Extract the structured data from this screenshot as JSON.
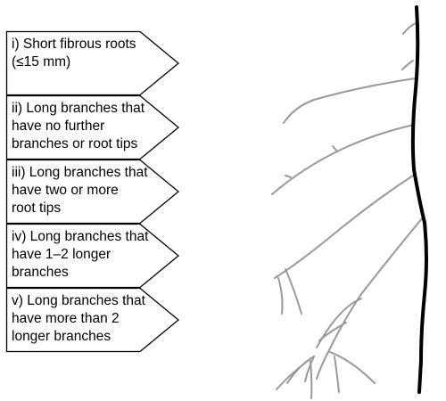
{
  "categories": [
    {
      "lines": [
        "i) Short fibrous roots",
        "(≤15 mm)"
      ]
    },
    {
      "lines": [
        "ii) Long branches that",
        "have no further",
        "branches or root tips"
      ]
    },
    {
      "lines": [
        "iii) Long branches that",
        "have two or more",
        "root tips"
      ]
    },
    {
      "lines": [
        "iv) Long branches that",
        "have 1–2 longer",
        "branches"
      ]
    },
    {
      "lines": [
        "v) Long branches that",
        "have more than 2",
        "longer branches"
      ]
    }
  ],
  "colors": {
    "main_root": "#000000",
    "lateral_roots": "#999999",
    "box_border": "#000000"
  }
}
